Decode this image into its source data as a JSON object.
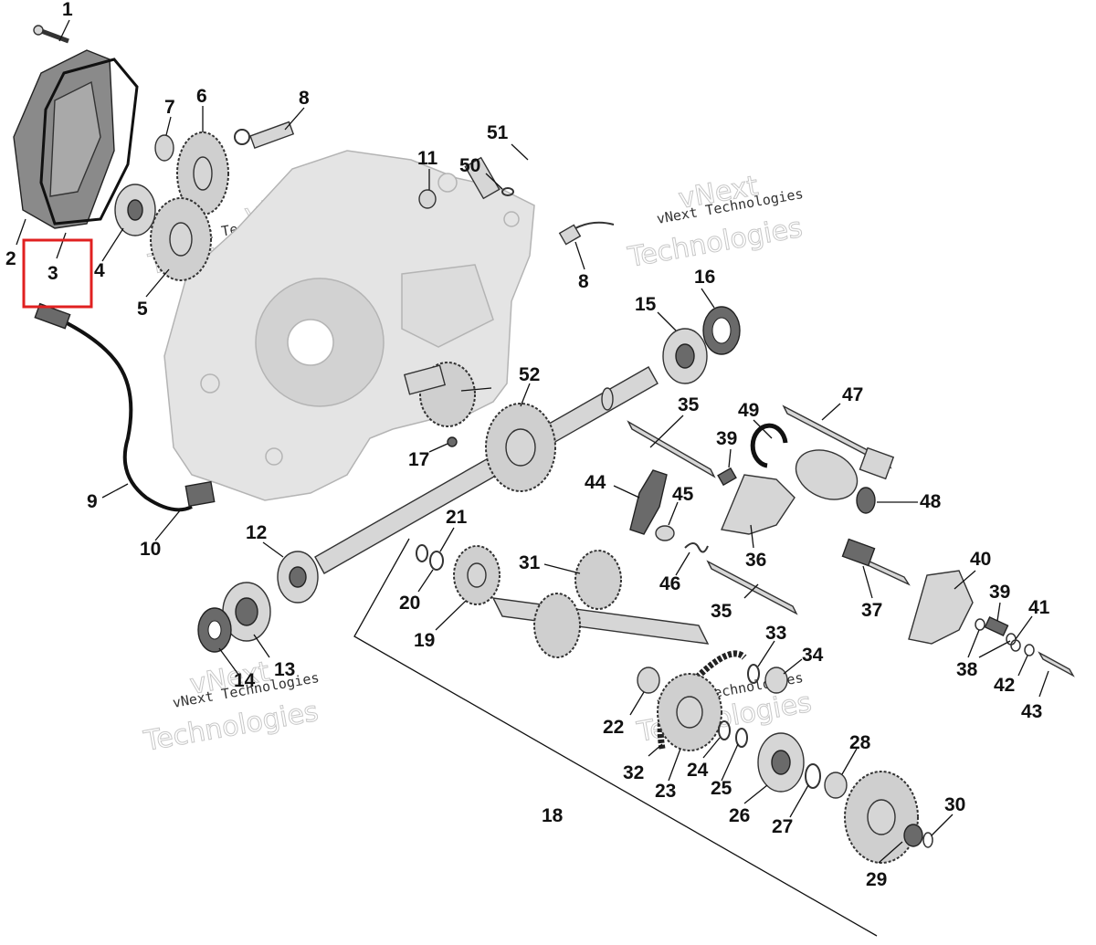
{
  "watermark": {
    "small": "vNext Technologies",
    "large": "Technologies",
    "large_prefix": "vNext"
  },
  "labels": {
    "p1": "1",
    "p2": "2",
    "p3": "3",
    "p4": "4",
    "p5": "5",
    "p6": "6",
    "p7": "7",
    "p8a": "8",
    "p8b": "8",
    "p9": "9",
    "p10": "10",
    "p11": "11",
    "p12": "12",
    "p13": "13",
    "p14": "14",
    "p15": "15",
    "p16": "16",
    "p17": "17",
    "p18": "18",
    "p19": "19",
    "p20": "20",
    "p21": "21",
    "p22": "22",
    "p23": "23",
    "p24": "24",
    "p25": "25",
    "p26": "26",
    "p27": "27",
    "p28": "28",
    "p29": "29",
    "p30": "30",
    "p31": "31",
    "p32": "32",
    "p33": "33",
    "p34": "34",
    "p35a": "35",
    "p35b": "35",
    "p36": "36",
    "p37": "37",
    "p38": "38",
    "p39a": "39",
    "p39b": "39",
    "p40": "40",
    "p41": "41",
    "p42": "42",
    "p43": "43",
    "p44": "44",
    "p45": "45",
    "p46": "46",
    "p47": "47",
    "p48": "48",
    "p49": "49",
    "p50": "50",
    "p51": "51",
    "p52": "52"
  },
  "highlight_color": "#e02020"
}
